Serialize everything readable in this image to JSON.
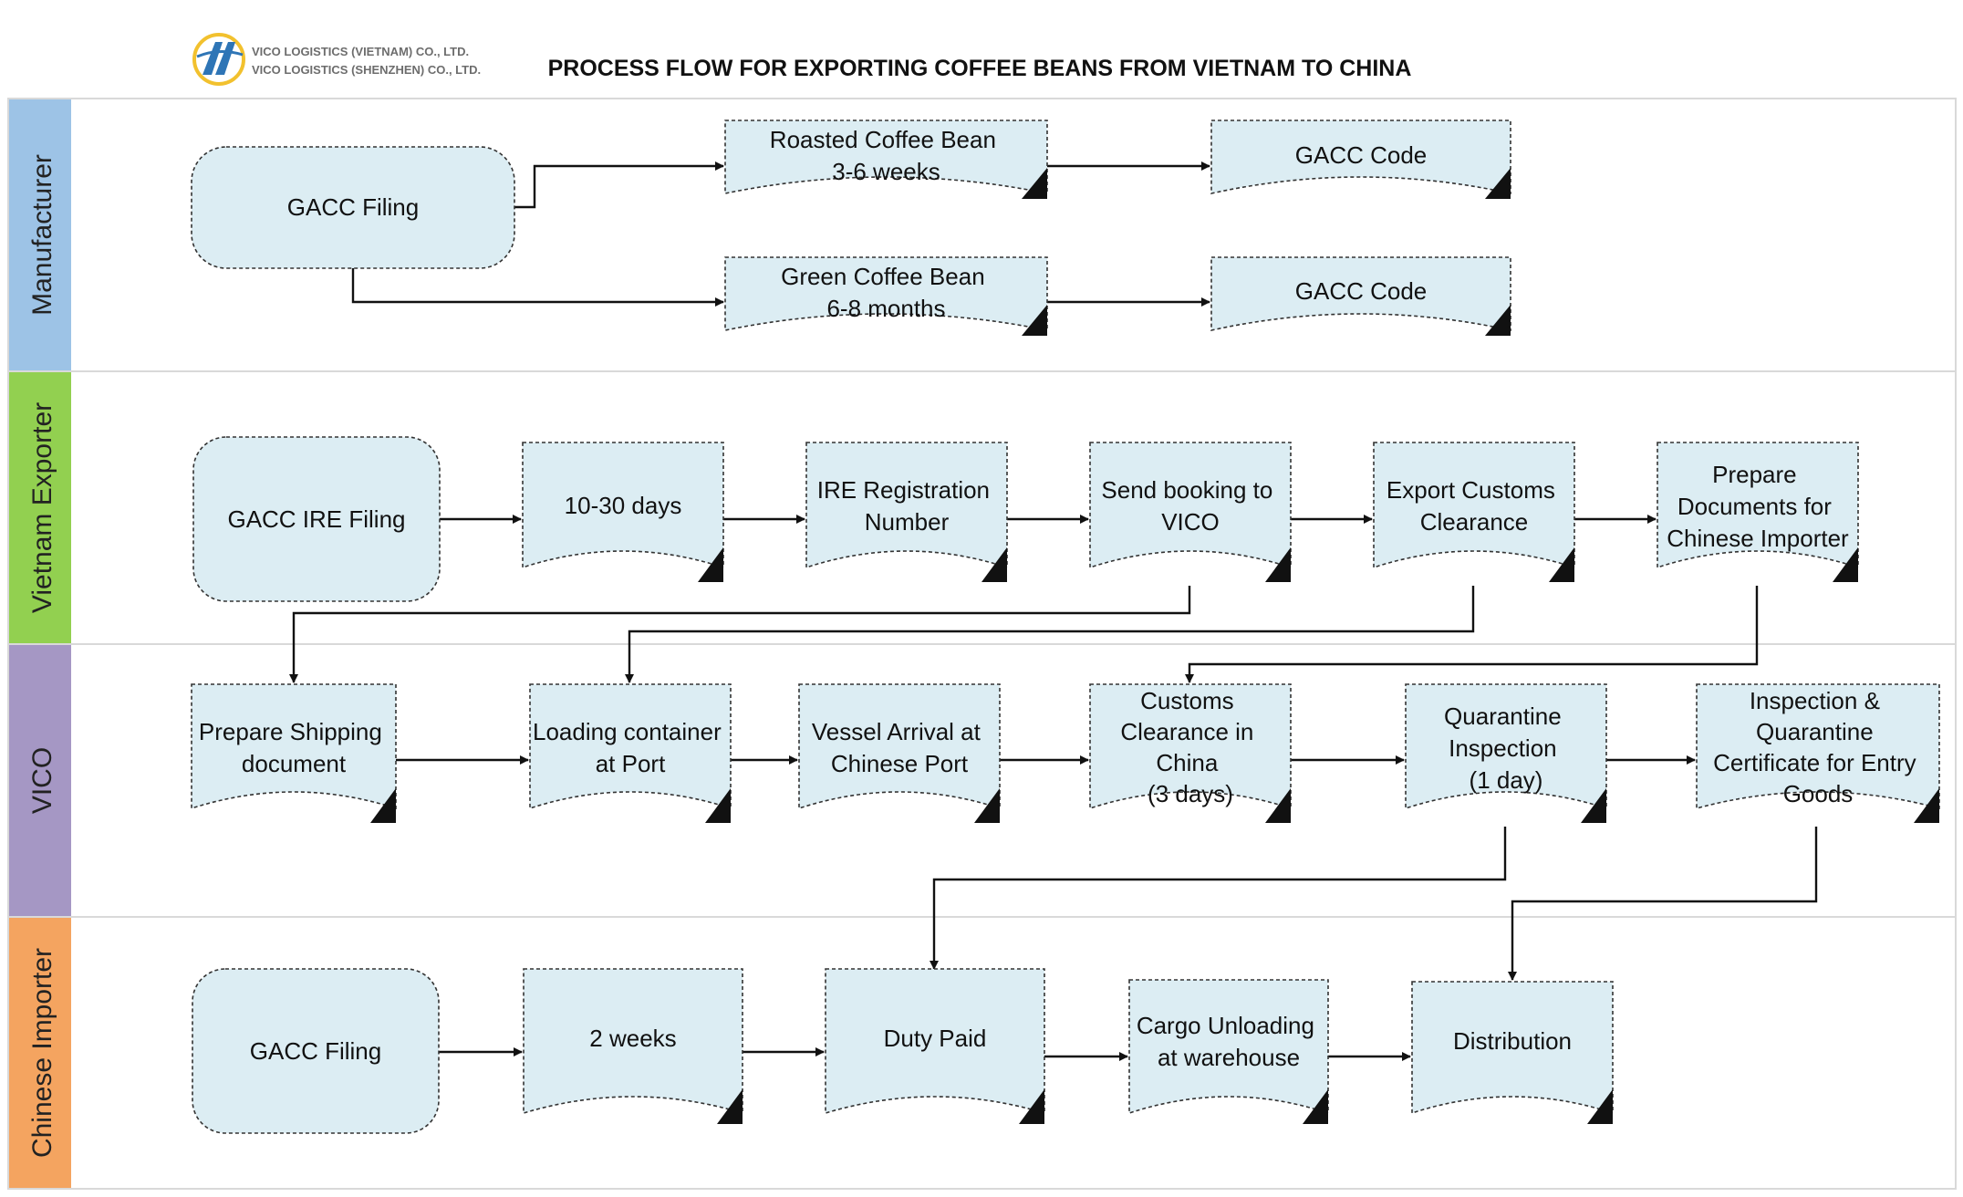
{
  "header": {
    "company_lines": [
      "VICO LOGISTICS (VIETNAM) CO., LTD.",
      "VICO LOGISTICS (SHENZHEN) CO., LTD."
    ],
    "title": "PROCESS FLOW FOR EXPORTING COFFEE BEANS FROM VIETNAM TO CHINA"
  },
  "colors": {
    "lane_manufacturer": "#9dc3e6",
    "lane_exporter": "#92d050",
    "lane_vico": "#a597c4",
    "lane_importer": "#f4a460",
    "box_fill": "#dcedf3",
    "logo_blue": "#2e75b6",
    "logo_ring": "#f2c12e"
  },
  "lanes": [
    {
      "id": "manufacturer",
      "label": "Manufacturer"
    },
    {
      "id": "exporter",
      "label": "Vietnam Exporter"
    },
    {
      "id": "vico",
      "label": "VICO"
    },
    {
      "id": "importer",
      "label": "Chinese Importer"
    }
  ],
  "nodes": [
    {
      "id": "m_filing",
      "shape": "process",
      "lines": [
        "GACC Filing"
      ]
    },
    {
      "id": "m_roasted",
      "shape": "document",
      "lines": [
        "Roasted Coffee Bean",
        "3-6 weeks"
      ]
    },
    {
      "id": "m_green",
      "shape": "document",
      "lines": [
        "Green Coffee Bean",
        "6-8 months"
      ]
    },
    {
      "id": "m_code1",
      "shape": "document",
      "lines": [
        "GACC Code"
      ]
    },
    {
      "id": "m_code2",
      "shape": "document",
      "lines": [
        "GACC Code"
      ]
    },
    {
      "id": "e_filing",
      "shape": "process",
      "lines": [
        "GACC IRE Filing"
      ]
    },
    {
      "id": "e_days",
      "shape": "document",
      "lines": [
        "10-30 days"
      ]
    },
    {
      "id": "e_ire",
      "shape": "document",
      "lines": [
        "IRE Registration",
        "Number"
      ]
    },
    {
      "id": "e_booking",
      "shape": "document",
      "lines": [
        "Send booking to",
        "VICO"
      ]
    },
    {
      "id": "e_customs",
      "shape": "document",
      "lines": [
        "Export Customs",
        "Clearance"
      ]
    },
    {
      "id": "e_docs",
      "shape": "document",
      "lines": [
        "Prepare",
        "Documents for",
        "Chinese Importer"
      ]
    },
    {
      "id": "v_shipping",
      "shape": "document",
      "lines": [
        "Prepare Shipping",
        "document"
      ]
    },
    {
      "id": "v_loading",
      "shape": "document",
      "lines": [
        "Loading container",
        "at Port"
      ]
    },
    {
      "id": "v_arrival",
      "shape": "document",
      "lines": [
        "Vessel Arrival at",
        "Chinese Port"
      ]
    },
    {
      "id": "v_customs",
      "shape": "document",
      "lines": [
        "Customs",
        "Clearance in",
        "China",
        "(3 days)"
      ]
    },
    {
      "id": "v_quarantine",
      "shape": "document",
      "lines": [
        "Quarantine",
        "Inspection",
        "(1 day)"
      ]
    },
    {
      "id": "v_cert",
      "shape": "document",
      "lines": [
        "Inspection &",
        "Quarantine",
        "Certificate for Entry",
        "Goods"
      ]
    },
    {
      "id": "i_filing",
      "shape": "process",
      "lines": [
        "GACC Filing"
      ]
    },
    {
      "id": "i_weeks",
      "shape": "document",
      "lines": [
        "2 weeks"
      ]
    },
    {
      "id": "i_duty",
      "shape": "document",
      "lines": [
        "Duty Paid"
      ]
    },
    {
      "id": "i_unloading",
      "shape": "document",
      "lines": [
        "Cargo Unloading",
        "at warehouse"
      ]
    },
    {
      "id": "i_distribution",
      "shape": "document",
      "lines": [
        "Distribution"
      ]
    }
  ],
  "edges": [
    {
      "from": "m_filing",
      "to": "m_roasted"
    },
    {
      "from": "m_filing",
      "to": "m_green"
    },
    {
      "from": "m_roasted",
      "to": "m_code1"
    },
    {
      "from": "m_green",
      "to": "m_code2"
    },
    {
      "from": "e_filing",
      "to": "e_days"
    },
    {
      "from": "e_days",
      "to": "e_ire"
    },
    {
      "from": "e_ire",
      "to": "e_booking"
    },
    {
      "from": "e_booking",
      "to": "e_customs"
    },
    {
      "from": "e_customs",
      "to": "e_docs"
    },
    {
      "from": "e_booking",
      "to": "v_shipping"
    },
    {
      "from": "e_customs",
      "to": "v_loading"
    },
    {
      "from": "e_docs",
      "to": "v_customs"
    },
    {
      "from": "v_shipping",
      "to": "v_loading"
    },
    {
      "from": "v_loading",
      "to": "v_arrival"
    },
    {
      "from": "v_arrival",
      "to": "v_customs"
    },
    {
      "from": "v_customs",
      "to": "v_quarantine"
    },
    {
      "from": "v_quarantine",
      "to": "v_cert"
    },
    {
      "from": "v_quarantine",
      "to": "i_duty"
    },
    {
      "from": "v_cert",
      "to": "i_distribution"
    },
    {
      "from": "i_filing",
      "to": "i_weeks"
    },
    {
      "from": "i_weeks",
      "to": "i_duty"
    },
    {
      "from": "i_duty",
      "to": "i_unloading"
    },
    {
      "from": "i_unloading",
      "to": "i_distribution"
    }
  ]
}
